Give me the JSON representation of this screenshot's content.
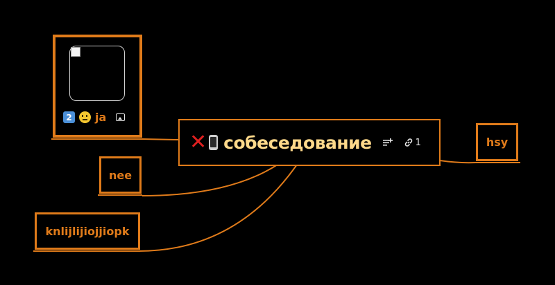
{
  "root": {
    "title": "собеседование",
    "link_count": "1",
    "icons": [
      "close-x-icon",
      "mobile-phone-icon",
      "notes-icon",
      "link-icon"
    ],
    "title_color": "#ffd98a"
  },
  "image_node": {
    "badge": "2",
    "text": "ja",
    "icons": [
      "broken-image-icon",
      "number-two-badge-icon",
      "smiley-icon",
      "picture-icon"
    ]
  },
  "nodes": {
    "nee": "nee",
    "knl": "knlijlijiojjiopk",
    "hsy": "hsy"
  },
  "colors": {
    "background": "#000000",
    "accent": "#e07b1a",
    "root_title": "#ffd98a",
    "close_icon": "#e02020"
  }
}
